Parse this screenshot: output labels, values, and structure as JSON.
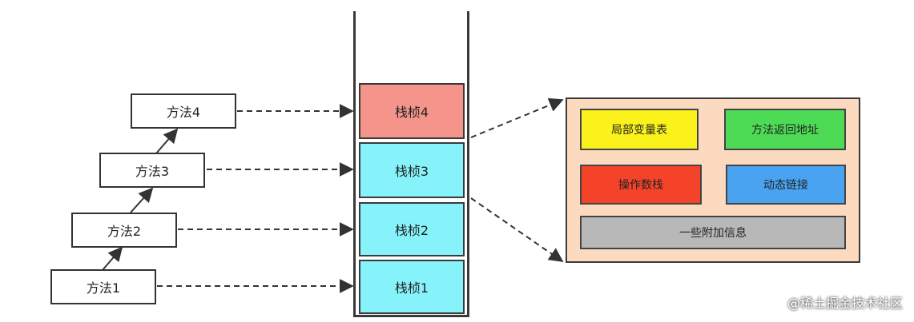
{
  "methods": [
    {
      "label": "方法1"
    },
    {
      "label": "方法2"
    },
    {
      "label": "方法3"
    },
    {
      "label": "方法4"
    }
  ],
  "frames": [
    {
      "label": "栈桢4"
    },
    {
      "label": "栈桢3"
    },
    {
      "label": "栈桢2"
    },
    {
      "label": "栈桢1"
    }
  ],
  "frame_details": {
    "local_variable_table": "局部变量表",
    "return_address": "方法返回地址",
    "operand_stack": "操作数栈",
    "dynamic_linking": "动态链接",
    "additional_info": "一些附加信息"
  },
  "colors": {
    "top_frame": "#f4948b",
    "frame": "#86f3fb",
    "detail_panel": "#fbdac0",
    "local_variable_table": "#fbf21c",
    "return_address": "#4ddb55",
    "operand_stack": "#f5432a",
    "dynamic_linking": "#4aa3f0",
    "additional_info": "#b8b8b8"
  },
  "watermark": "@稀土掘金技术社区"
}
